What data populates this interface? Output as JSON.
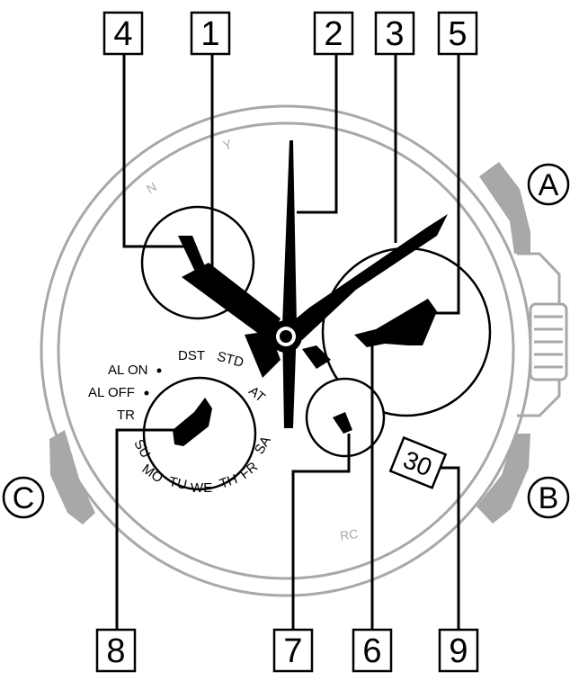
{
  "callouts": {
    "c1": "1",
    "c2": "2",
    "c3": "3",
    "c4": "4",
    "c5": "5",
    "c6": "6",
    "c7": "7",
    "c8": "8",
    "c9": "9"
  },
  "buttons": {
    "a": "A",
    "b": "B",
    "c": "C"
  },
  "bezel_marks": {
    "n": "N",
    "y": "Y",
    "rc": "RC"
  },
  "mode_dial": {
    "al_on": "AL ON",
    "al_off": "AL OFF",
    "tr": "TR",
    "dst": "DST",
    "std": "STD",
    "at": "AT",
    "days": [
      "SU",
      "MO",
      "TU",
      "WE",
      "TH",
      "FR",
      "SA"
    ]
  },
  "date_window": "30",
  "colors": {
    "case": "#a8a8a8",
    "ink": "#000000"
  }
}
